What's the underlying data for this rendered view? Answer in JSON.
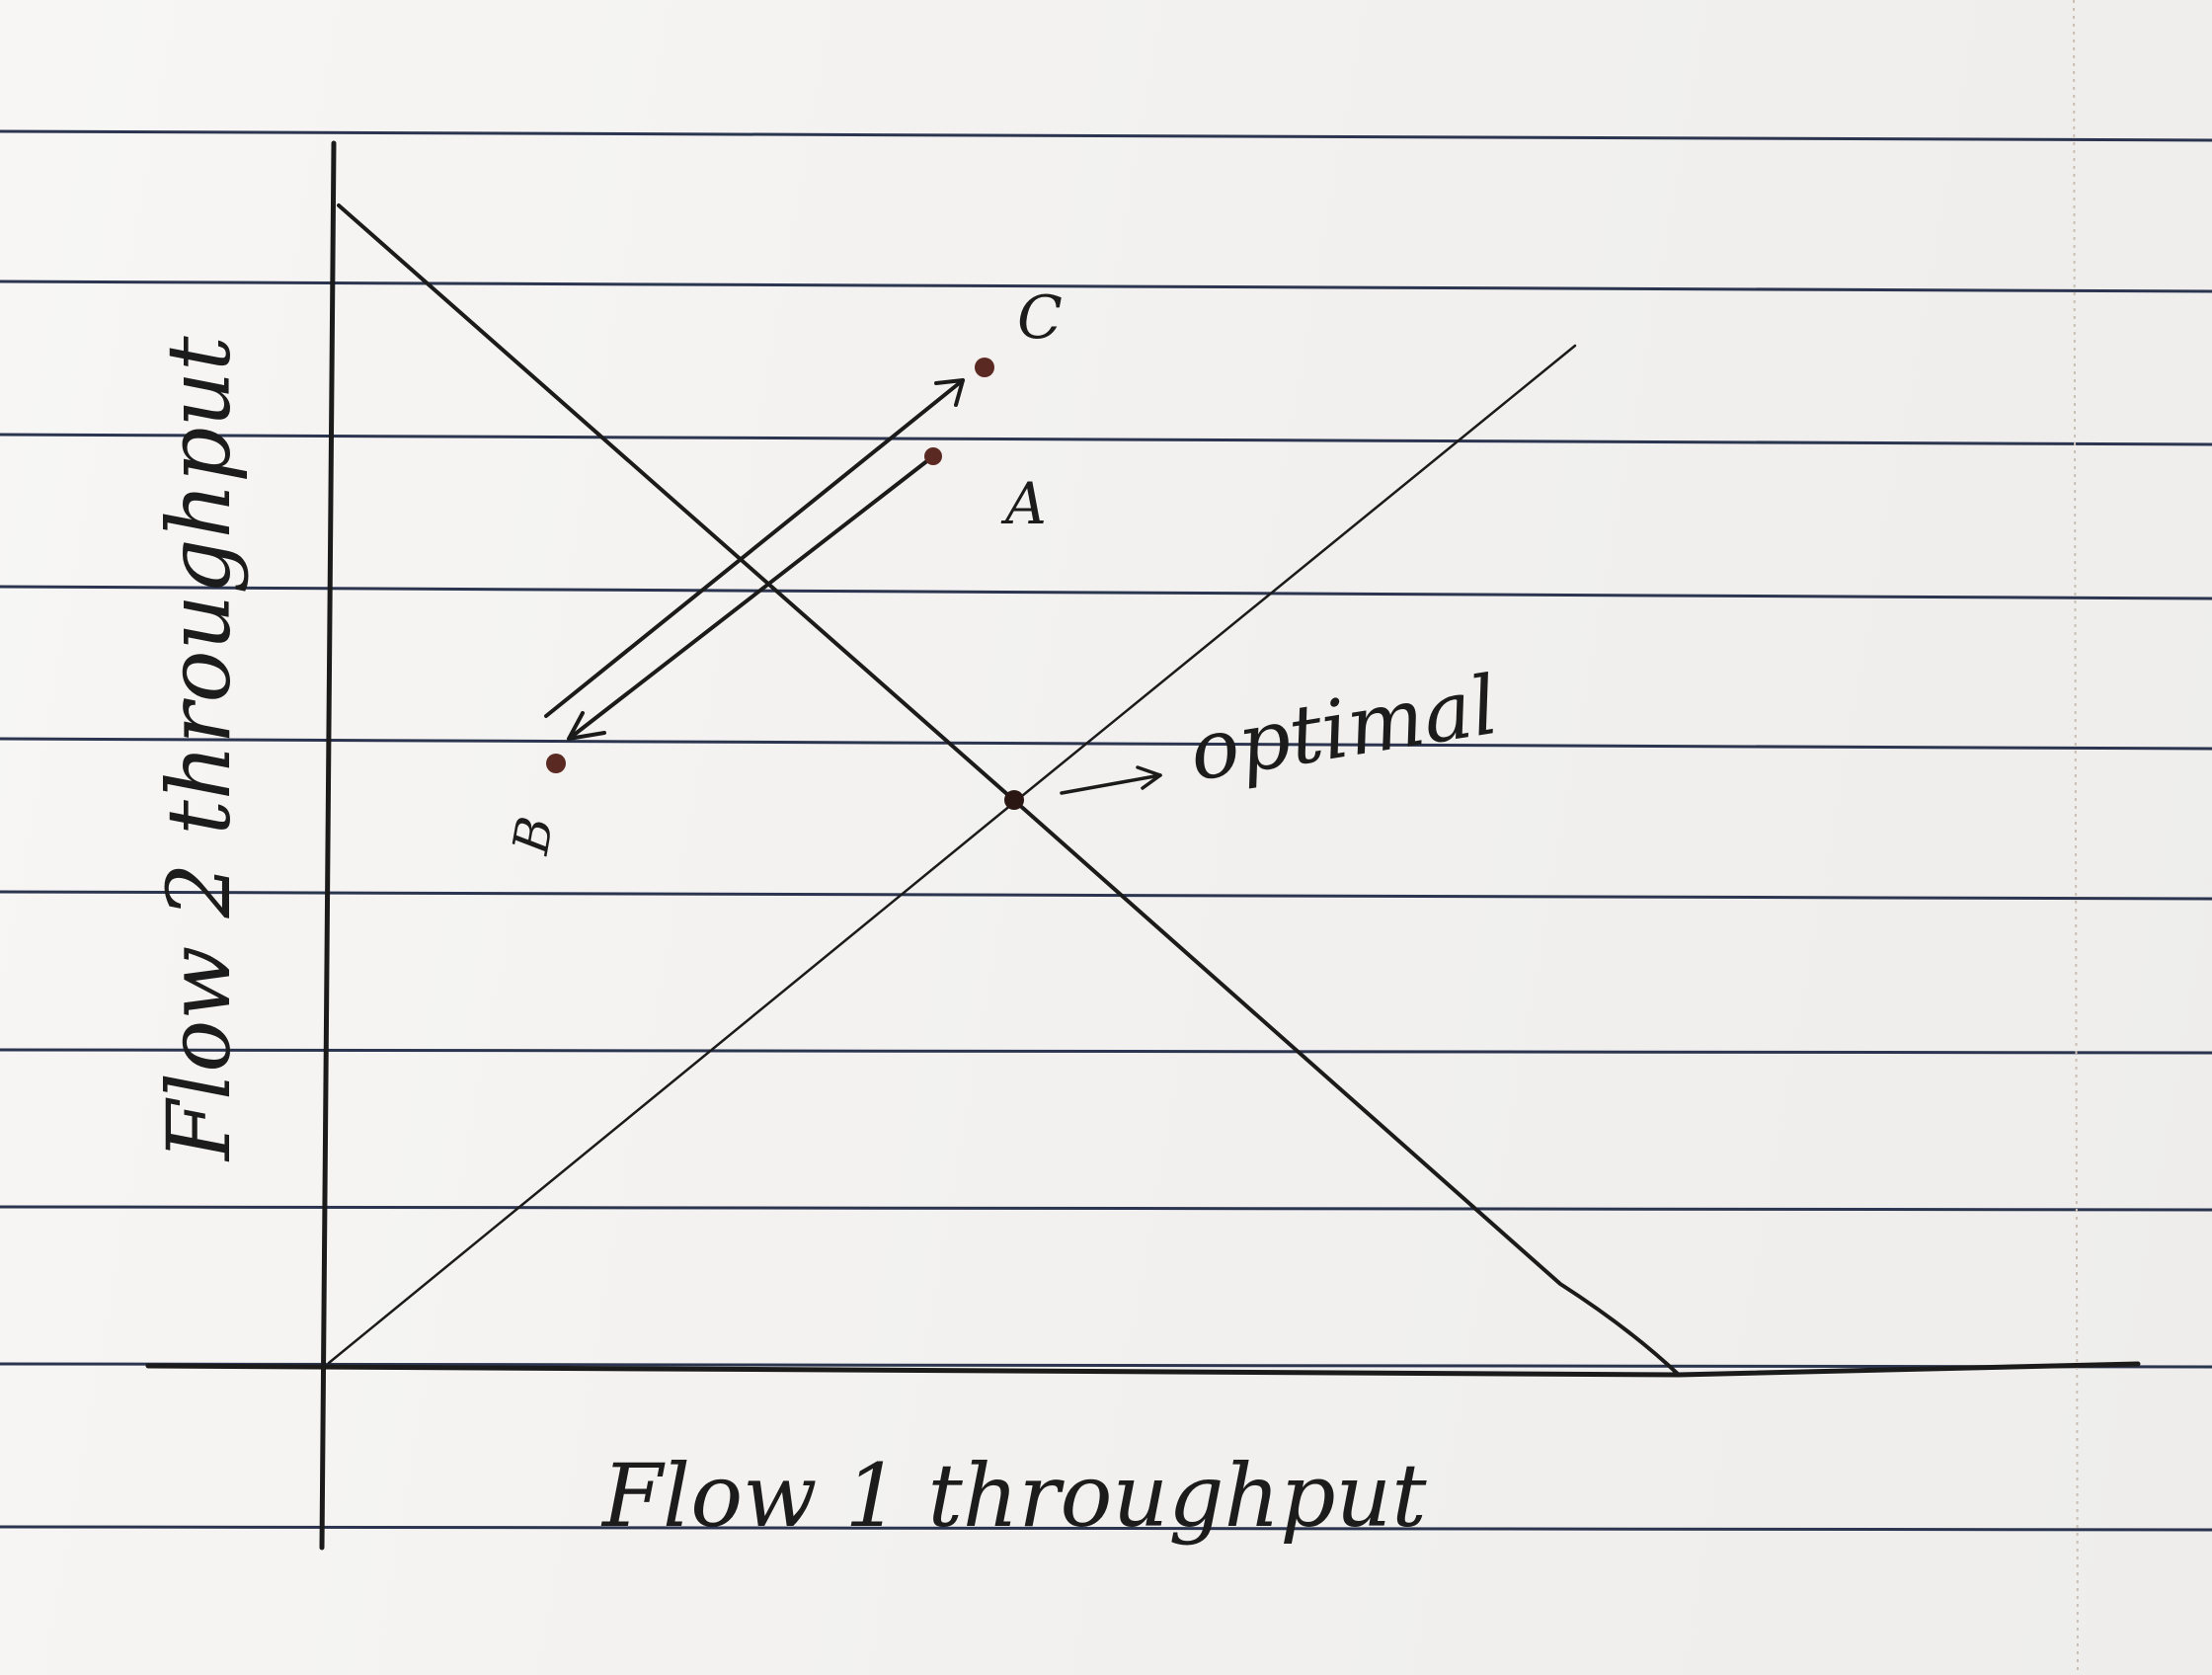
{
  "diagram": {
    "x_axis_label": "Flow 1 throughput",
    "y_axis_label": "Flow 2 throughput",
    "points": {
      "a": "A",
      "b": "B",
      "c": "C"
    },
    "optimal_label": "optimal"
  },
  "colors": {
    "ink": "#1b1b1b",
    "paper": "#f4f3f1",
    "ruled_line": "#2c3550",
    "point_ink": "#5a2a22"
  }
}
